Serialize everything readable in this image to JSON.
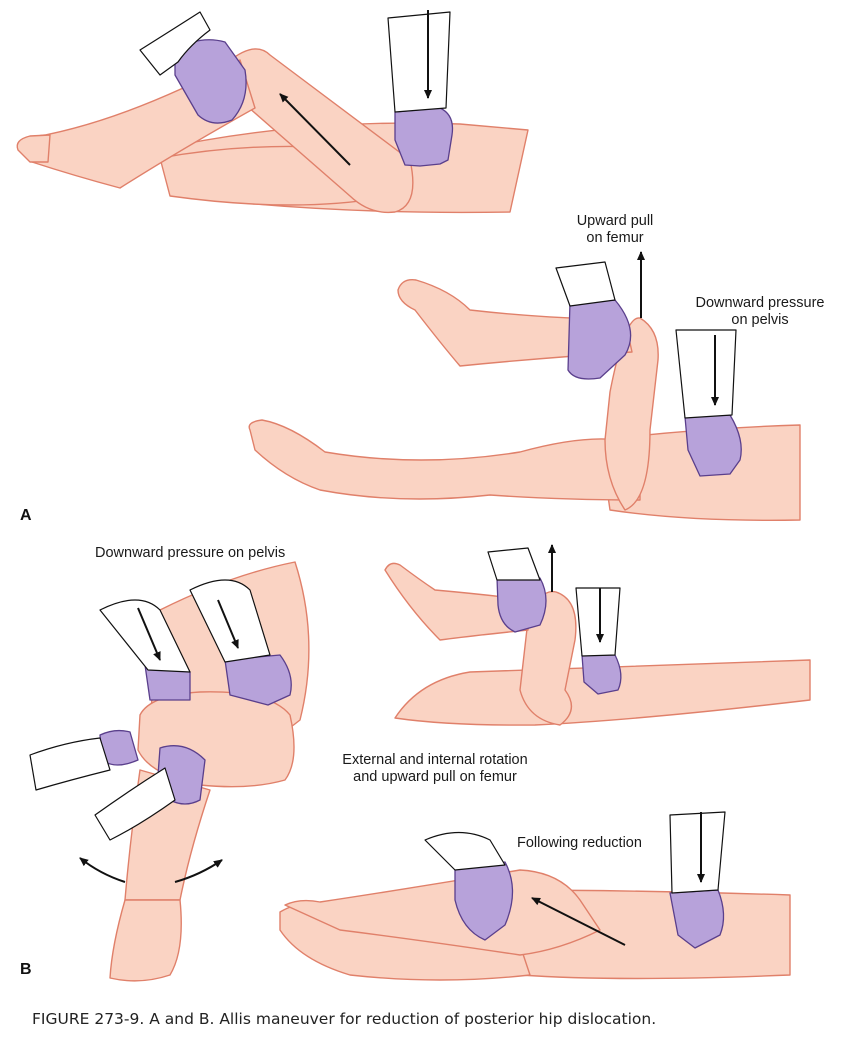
{
  "labels": {
    "upward_pull_line1": "Upward pull",
    "upward_pull_line2": "on femur",
    "downward_pelvis_line1": "Downward pressure",
    "downward_pelvis_line2": "on pelvis",
    "downward_pressure_on_pelvis": "Downward pressure on pelvis",
    "rotation_line1": "External and internal rotation",
    "rotation_line2": "and upward pull on femur",
    "following_reduction": "Following reduction"
  },
  "panels": {
    "a": "A",
    "b": "B"
  },
  "caption": "FIGURE 273-9. A and B. Allis maneuver for reduction of posterior hip dislocation.",
  "colors": {
    "skin": "#fad3c3",
    "skin_outline": "#e0806a",
    "glove": "#b7a2da",
    "glove_outline": "#5a3f8c",
    "sleeve": "#ffffff",
    "ink": "#111111"
  }
}
